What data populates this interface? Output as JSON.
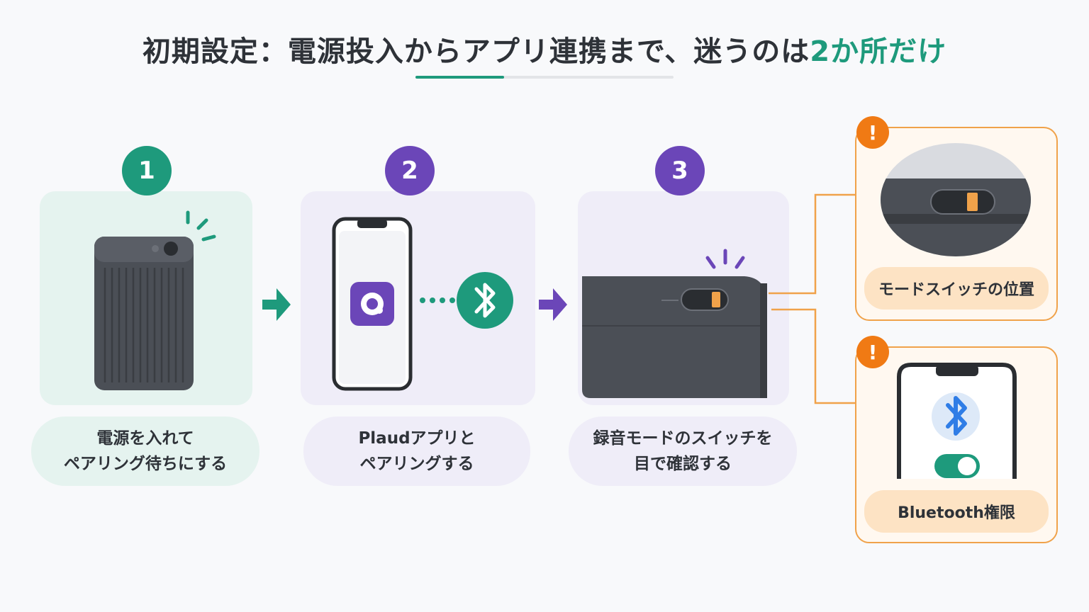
{
  "title": {
    "main": "初期設定：電源投入からアプリ連携まで、迷うのは",
    "highlight": "2か所だけ"
  },
  "steps": [
    {
      "number": "1",
      "caption_line1": "電源を入れて",
      "caption_line2": "ペアリング待ちにする"
    },
    {
      "number": "2",
      "caption_line1": "Plaudアプリと",
      "caption_line2": "ペアリングする"
    },
    {
      "number": "3",
      "caption_line1": "録音モードのスイッチを",
      "caption_line2": "目で確認する"
    }
  ],
  "warnings": [
    {
      "badge": "!",
      "label": "モードスイッチの位置"
    },
    {
      "badge": "!",
      "label": "Bluetooth権限"
    }
  ],
  "icons": {
    "arrow": "arrow-right-icon",
    "bluetooth": "bluetooth-icon",
    "app": "plaud-app-icon",
    "warning": "exclamation-icon"
  },
  "colors": {
    "teal": "#1e9a7c",
    "purple": "#6b46b8",
    "orange": "#f07a14",
    "blue": "#2f7de6",
    "device": "#4b4f56"
  }
}
